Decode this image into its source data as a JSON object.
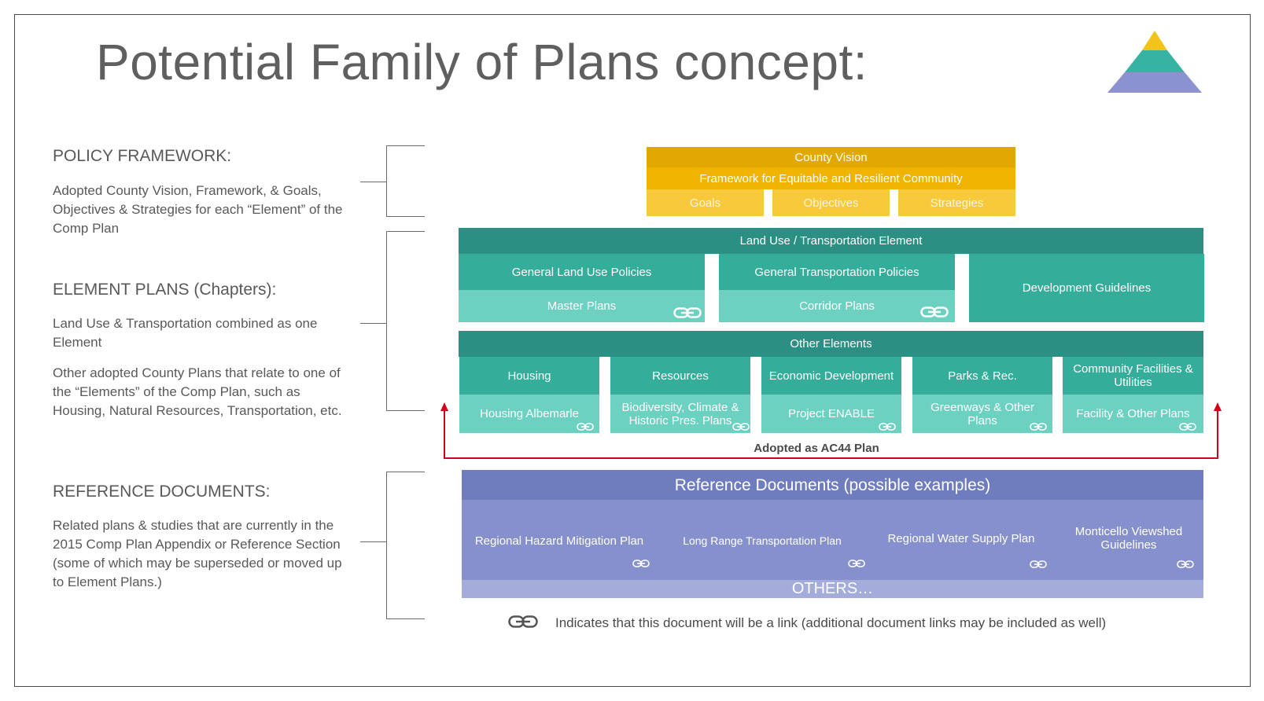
{
  "title": "Potential Family of Plans concept:",
  "colors": {
    "gold": "#e0a800",
    "teal": "#2b8f83",
    "teal_light": "#6dd1c2",
    "blue": "#6f7dbf",
    "arrow_red": "#d0021b"
  },
  "left": {
    "policy": {
      "heading": "POLICY FRAMEWORK:",
      "text": "Adopted County Vision, Framework, & Goals, Objectives & Strategies for each “Element” of the Comp Plan"
    },
    "element": {
      "heading": "ELEMENT PLANS (Chapters):",
      "text1": "Land Use & Transportation combined as one Element",
      "text2": "Other adopted County Plans that relate to one of the “Elements” of the Comp Plan, such as Housing, Natural Resources, Transportation, etc."
    },
    "reference": {
      "heading": "REFERENCE DOCUMENTS:",
      "text": "Related plans & studies that are currently in the 2015 Comp Plan Appendix or Reference Section (some of which may be superseded or moved up to Element Plans.)"
    }
  },
  "policy_block": {
    "vision": "County Vision",
    "framework": "Framework for Equitable and Resilient Community",
    "goals": "Goals",
    "objectives": "Objectives",
    "strategies": "Strategies"
  },
  "lut": {
    "header": "Land Use / Transportation Element",
    "land_use": "General Land Use Policies",
    "master": "Master Plans",
    "transport": "General Transportation Policies",
    "corridor": "Corridor Plans",
    "dev": "Development Guidelines"
  },
  "other": {
    "header": "Other Elements",
    "cols": [
      {
        "top": "Housing",
        "bottom": "Housing Albemarle"
      },
      {
        "top": "Resources",
        "bottom": "Biodiversity, Climate & Historic Pres. Plans"
      },
      {
        "top": "Economic Development",
        "bottom": "Project ENABLE"
      },
      {
        "top": "Parks & Rec.",
        "bottom": "Greenways & Other Plans"
      },
      {
        "top": "Community Facilities & Utilities",
        "bottom": "Facility & Other Plans"
      }
    ]
  },
  "adopted_label": "Adopted as AC44 Plan",
  "ref": {
    "header": "Reference Documents (possible examples)",
    "items": [
      "Regional Hazard Mitigation Plan",
      "Long Range Transportation Plan",
      "Regional Water Supply Plan",
      "Monticello Viewshed Guidelines"
    ],
    "others": "OTHERS…"
  },
  "legend": "Indicates that this document will be a link (additional document links may be included as well)",
  "icons": {
    "link": "link-icon",
    "logo": "pyramid-logo-icon"
  }
}
